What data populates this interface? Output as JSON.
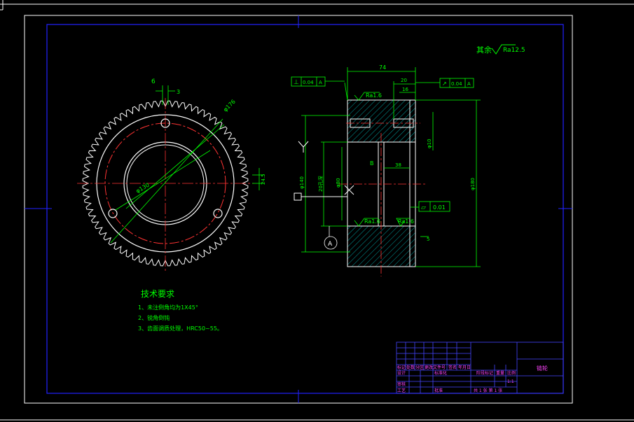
{
  "drawing": {
    "surface_roughness": {
      "label": "其余",
      "value": "Ra12.5"
    },
    "front_view": {
      "dim_top": "6",
      "dim_small": "3",
      "dim_diag": "φ176",
      "dim_center": "φ130",
      "dim_right": "24.5"
    },
    "section_view": {
      "overall_width": "74",
      "hub_width": "20",
      "small_width": "16",
      "inner_width": "38",
      "groove": "B",
      "perp_tol": {
        "symbol": "⊥",
        "value": "0.04",
        "datum": "A"
      },
      "runout_tol": {
        "symbol": "↗",
        "value": "0.04",
        "datum": "A"
      },
      "flat_tol": {
        "symbol": "▱",
        "value": "0.01"
      },
      "ra_1": "Ra1.6",
      "ra_2": "Ra1.6",
      "ra_3": "Ra1.6",
      "bore_dia": "φ140",
      "keyway_note": "20孔深",
      "inner_dia": "φ80",
      "outer_dia": "φ180",
      "side_mark": "5",
      "hole_dia": "φ10",
      "datum_label": "A"
    },
    "tech_requirements": {
      "title": "技术要求",
      "items": [
        "1、未注倒角均为1X45°",
        "2、锐角倒钝",
        "3、齿面调质处理，HRC50~55。"
      ]
    },
    "title_block": {
      "part_name": "链轮",
      "labels": [
        "标记",
        "处数",
        "分区",
        "更改文件号",
        "签名",
        "年月日",
        "设计",
        "标准化",
        "阶段标记",
        "重量",
        "比例",
        "审核",
        "工艺",
        "批准"
      ],
      "scale": "1:1",
      "sheet_info": "共 1 张  第 1 张"
    }
  },
  "colors": {
    "background": "#000000",
    "outline": "#ffffff",
    "dimension": "#00ff00",
    "centerline": "#ff0000",
    "frame": "#0000ff",
    "hatch": "#00cccc",
    "title_text": "#ff00ff"
  }
}
